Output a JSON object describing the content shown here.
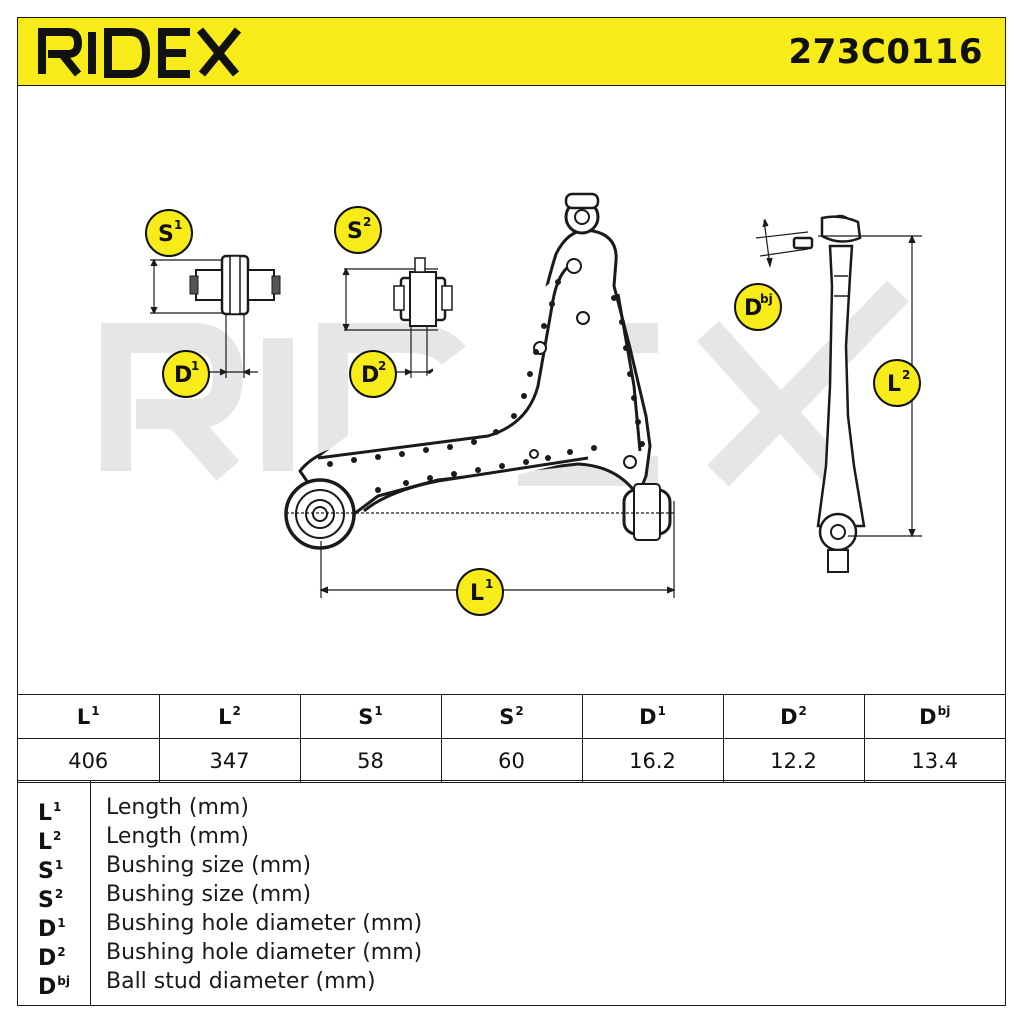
{
  "header": {
    "brand": "RIDEX",
    "part_number": "273C0116"
  },
  "drawing": {
    "watermark": "RIDEX",
    "labels": {
      "s1": "S",
      "s1_sup": "1",
      "s2": "S",
      "s2_sup": "2",
      "d1": "D",
      "d1_sup": "1",
      "d2": "D",
      "d2_sup": "2",
      "dbj": "D",
      "dbj_sup": "bj",
      "l1": "L",
      "l1_sup": "1",
      "l2": "L",
      "l2_sup": "2"
    },
    "colors": {
      "badge": "#f7ec1a",
      "watermark": "#e6e6e6",
      "line": "#1a1a1a"
    }
  },
  "table": {
    "headers": [
      {
        "sym": "L",
        "sup": "1"
      },
      {
        "sym": "L",
        "sup": "2"
      },
      {
        "sym": "S",
        "sup": "1"
      },
      {
        "sym": "S",
        "sup": "2"
      },
      {
        "sym": "D",
        "sup": "1"
      },
      {
        "sym": "D",
        "sup": "2"
      },
      {
        "sym": "D",
        "sup": "bj"
      }
    ],
    "values": [
      "406",
      "347",
      "58",
      "60",
      "16.2",
      "12.2",
      "13.4"
    ]
  },
  "legend": [
    {
      "sym": "L",
      "sup": "1",
      "desc": "Length (mm)"
    },
    {
      "sym": "L",
      "sup": "2",
      "desc": "Length (mm)"
    },
    {
      "sym": "S",
      "sup": "1",
      "desc": "Bushing size (mm)"
    },
    {
      "sym": "S",
      "sup": "2",
      "desc": "Bushing size (mm)"
    },
    {
      "sym": "D",
      "sup": "1",
      "desc": "Bushing hole diameter (mm)"
    },
    {
      "sym": "D",
      "sup": "2",
      "desc": "Bushing hole diameter (mm)"
    },
    {
      "sym": "D",
      "sup": "bj",
      "desc": "Ball stud diameter (mm)"
    }
  ]
}
